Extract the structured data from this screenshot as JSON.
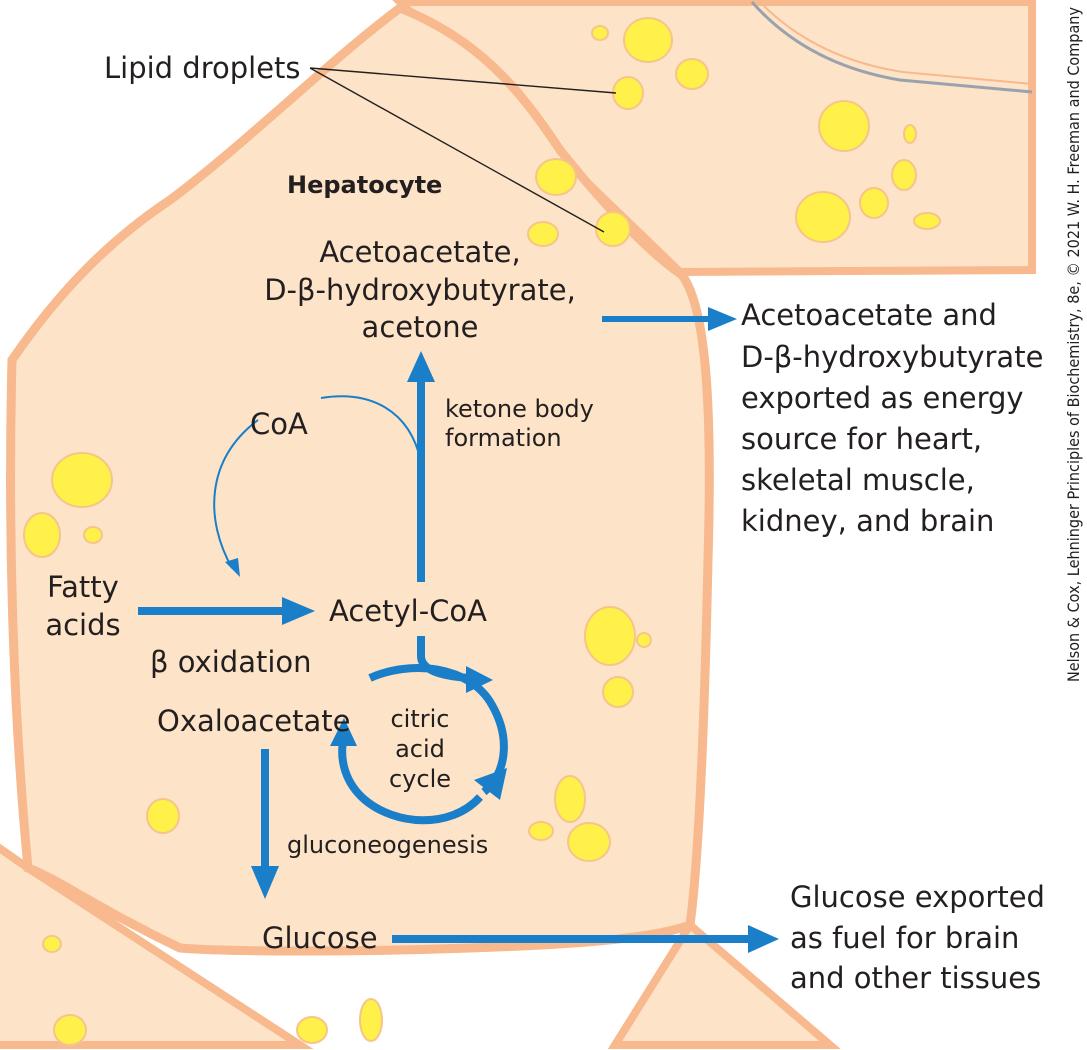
{
  "labels": {
    "lipid_droplets": "Lipid droplets",
    "hepatocyte": "Hepatocyte",
    "ketone_line1": "Acetoacetate,",
    "ketone_line2": "D-β-hydroxybutyrate,",
    "ketone_line3": "acetone",
    "coa": "CoA",
    "ketone_formation_1": "ketone body",
    "ketone_formation_2": "formation",
    "fatty_acids_1": "Fatty",
    "fatty_acids_2": "acids",
    "acetyl_coa": "Acetyl-CoA",
    "beta_oxidation": "β oxidation",
    "oxaloacetate": "Oxaloacetate",
    "cac_1": "citric",
    "cac_2": "acid",
    "cac_3": "cycle",
    "gluconeogenesis": "gluconeogenesis",
    "glucose": "Glucose",
    "export_ketone_1": "Acetoacetate and",
    "export_ketone_2": "D-β-hydroxybutyrate",
    "export_ketone_3": "exported as energy",
    "export_ketone_4": "source for heart,",
    "export_ketone_5": "skeletal muscle,",
    "export_ketone_6": "kidney, and brain",
    "export_glucose_1": "Glucose exported",
    "export_glucose_2": "as fuel for brain",
    "export_glucose_3": "and other tissues",
    "credit": "Nelson & Cox, Lehninger Principles of Biochemistry, 8e, © 2021 W. H. Freeman and Company"
  },
  "colors": {
    "cell_fill": "#fde3c8",
    "cell_border": "#f7b98d",
    "droplet_fill": "#fff04a",
    "droplet_border": "#f5c58a",
    "arrow_blue": "#1a7fc8"
  }
}
